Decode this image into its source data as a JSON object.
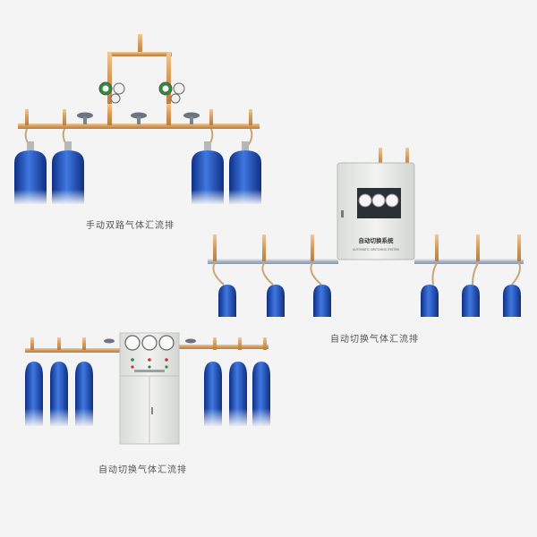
{
  "labels": {
    "manual_dual_manifold": "手动双路气体汇流排",
    "auto_switch_manifold_1": "自动切换气体汇流排",
    "auto_switch_manifold_2": "自动切换气体汇流排",
    "control_box_title": "自动切换系统",
    "control_box_subtitle": "AUTOMATIC SWITCHING SYSTEM"
  },
  "colors": {
    "background": "#f4f4f4",
    "cylinder_blue": "#1f4fb8",
    "copper_pipe": "#d9a66b",
    "steel_pipe": "#b9c3d1",
    "cabinet": "#e9ebe8",
    "gauge_green": "#2f8a3a",
    "indicator_red": "#d23030"
  },
  "icons": [
    "gas-cylinder-icon",
    "pressure-gauge-icon",
    "valve-wheel-icon",
    "indicator-light-icon",
    "door-handle-icon"
  ]
}
